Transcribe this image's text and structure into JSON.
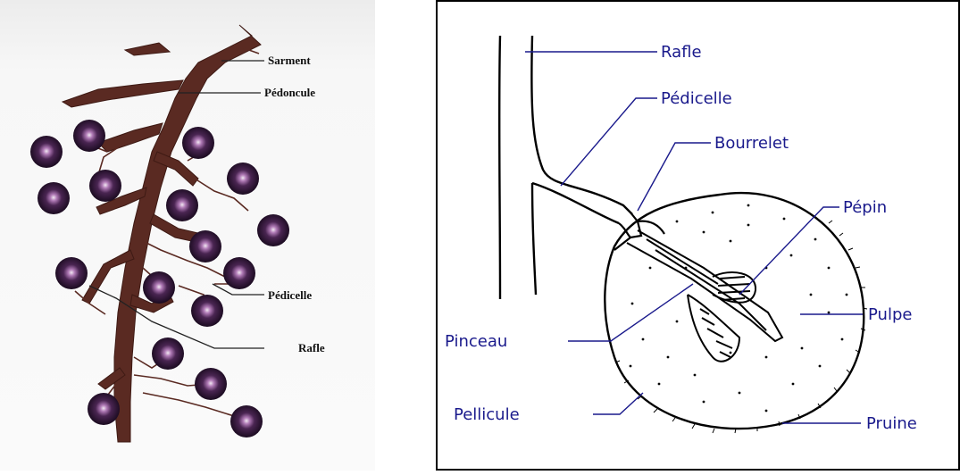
{
  "left_diagram": {
    "labels": {
      "sarment": "Sarment",
      "pedoncule": "Pédoncule",
      "pedicelle": "Pédicelle",
      "rafle": "Rafle"
    },
    "colors": {
      "stem": "#5a2a22",
      "berry": "#2a1530",
      "leader": "#222222"
    }
  },
  "right_diagram": {
    "labels": {
      "rafle": "Rafle",
      "pedicelle": "Pédicelle",
      "bourrelet": "Bourrelet",
      "pepin": "Pépin",
      "pulpe": "Pulpe",
      "pinceau": "Pinceau",
      "pellicule": "Pellicule",
      "pruine": "Pruine"
    },
    "colors": {
      "label": "#1a1a8c",
      "leader": "#1a1a8c",
      "ink": "#000000"
    }
  }
}
